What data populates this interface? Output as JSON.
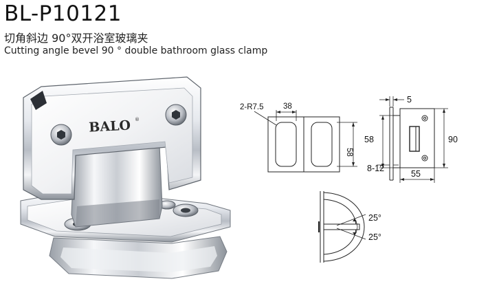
{
  "product": {
    "model": "BL-P10121",
    "title_cn": "切角斜边 90°双开浴室玻璃夹",
    "title_en": "Cutting angle bevel 90 ° double bathroom glass clamp",
    "brand": "BALO",
    "brand_mark": "®"
  },
  "front_view": {
    "hole_label": "2-R7.5",
    "width": "38",
    "height": "58"
  },
  "side_view": {
    "gap": "5",
    "height": "90",
    "inner_height": "58",
    "depth": "55",
    "glass": "8-12"
  },
  "swing_view": {
    "angle_upper": "25°",
    "angle_lower": "25°"
  }
}
